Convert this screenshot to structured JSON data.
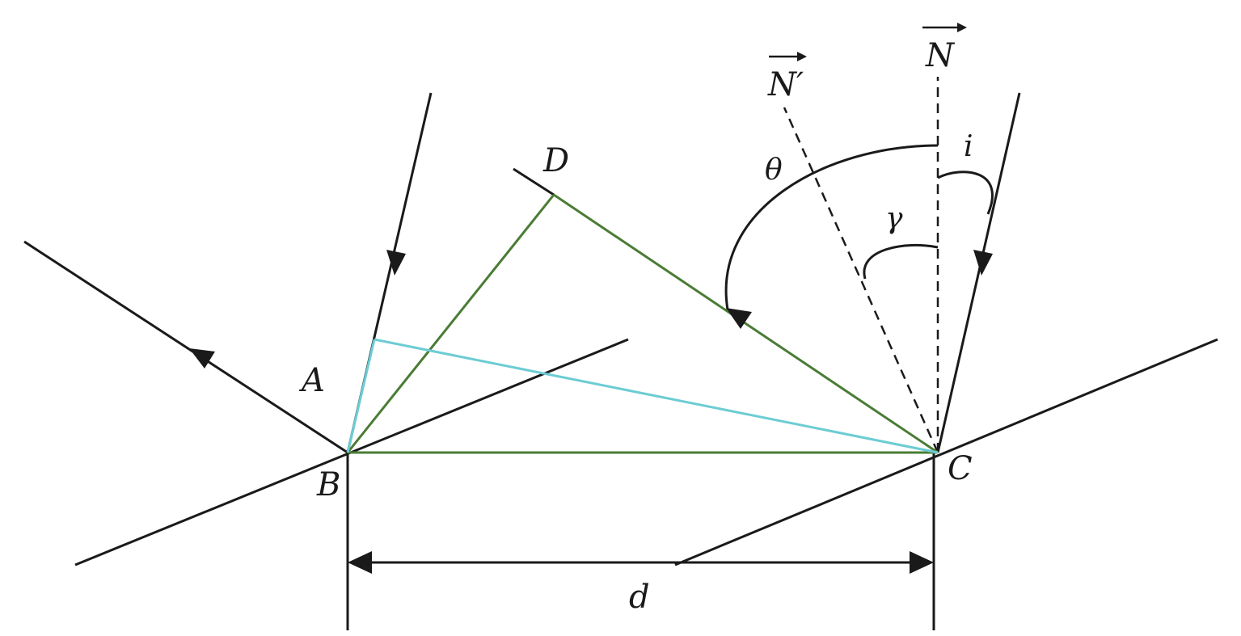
{
  "labels": {
    "A": "A",
    "B": "B",
    "C": "C",
    "D": "D",
    "d": "d",
    "N": "N",
    "N_prime": "N′",
    "theta": "θ",
    "gamma": "γ",
    "i": "i"
  },
  "colors": {
    "line": "#1a1a1a",
    "green": "#4a7c35",
    "cyan": "#6cccd4",
    "background": "#ffffff"
  }
}
